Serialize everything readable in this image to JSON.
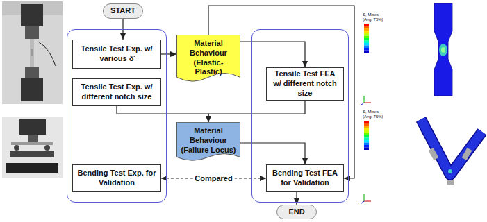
{
  "diagram": {
    "nodes": [
      {
        "text": [
          "START"
        ]
      },
      {
        "text": []
      },
      {
        "text": [
          "Tensile Test Exp. w/ various δ̂"
        ],
        "in": 1
      },
      {
        "text": [
          "Tensile Test Exp. w/ different notch size"
        ],
        "in": 1
      },
      {
        "text": [
          "Bending Test Exp. for Validation"
        ],
        "in": 1
      },
      {
        "text": [
          "Material Behaviour (Elastic-Plastic)"
        ]
      },
      {
        "text": []
      },
      {
        "text": [
          "Tensile Test FEA w/ different notch size"
        ],
        "in": 6
      },
      {
        "text": [
          "Material Behaviour (Failure Locus)"
        ]
      },
      {
        "text": [
          "Bending Test FEA for Validation"
        ],
        "in": 6
      },
      {
        "text": [
          "END"
        ]
      }
    ],
    "edges": [
      {
        "from": 0,
        "to": 2,
        "arrow": "to"
      },
      {
        "from": 2,
        "to": 5,
        "arrow": "to"
      },
      {
        "from": 5,
        "to": 7,
        "arrow": "to"
      },
      {
        "from": 5,
        "to": 9,
        "arrow": "to"
      },
      {
        "from": 3,
        "to": 8,
        "arrow": "to"
      },
      {
        "from": 7,
        "to": 8,
        "arrow": "to"
      },
      {
        "from": 8,
        "to": 9,
        "arrow": "to"
      },
      {
        "from": 4,
        "to": 9,
        "label": "Compared",
        "arrow": "both"
      },
      {
        "from": 9,
        "to": 10,
        "arrow": "to"
      }
    ],
    "labels": [
      "S, Mises",
      "(Avg: 75%)",
      "S, Mises",
      "(Avg: 75%)"
    ]
  }
}
